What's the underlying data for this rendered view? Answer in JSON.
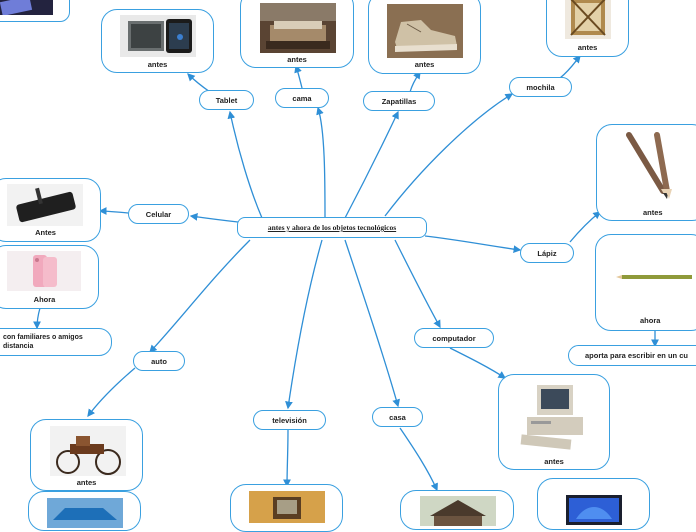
{
  "root": {
    "label": "antes y ahora de los objetos tecnológicos "
  },
  "branches": {
    "tablet": "Tablet",
    "cama": "cama",
    "zapatillas": "Zapatillas",
    "mochila": "mochila",
    "celular": "Celular",
    "lapiz": "Lápiz",
    "auto": "auto",
    "television": "televisión",
    "casa": "casa",
    "computador": "computador"
  },
  "cards": {
    "tablet_antes": "antes",
    "cama_antes": "antes",
    "zapatillas_antes": "antes",
    "mochila_antes": "antes",
    "celular_antes": "Antes",
    "celular_ahora": "Ahora",
    "lapiz_antes": "antes",
    "lapiz_ahora": "ahora",
    "auto_antes": "antes",
    "computador_antes": "antes"
  },
  "notes": {
    "celular_note": "con familiares o amigos distancia",
    "lapiz_note": "aporta para escribir en un cu"
  },
  "colors": {
    "accent": "#3aa0e0",
    "line": "#2f8fd6"
  }
}
